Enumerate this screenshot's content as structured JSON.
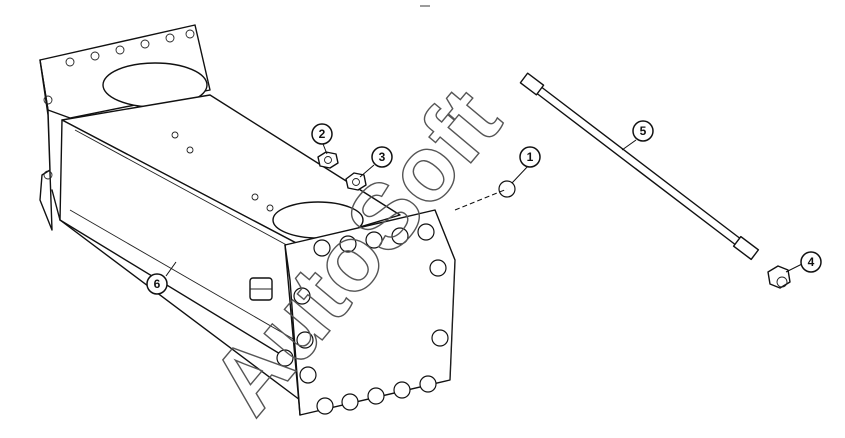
{
  "diagram": {
    "callouts": [
      {
        "id": "c1",
        "label": "1"
      },
      {
        "id": "c2",
        "label": "2"
      },
      {
        "id": "c3",
        "label": "3"
      },
      {
        "id": "c4",
        "label": "4"
      },
      {
        "id": "c5",
        "label": "5"
      },
      {
        "id": "c6",
        "label": "6"
      }
    ],
    "watermark": "AutoSoft",
    "parts": [
      "axle-housing",
      "end-plate",
      "tie-rod",
      "nut",
      "washer",
      "bolt",
      "fitting"
    ]
  }
}
